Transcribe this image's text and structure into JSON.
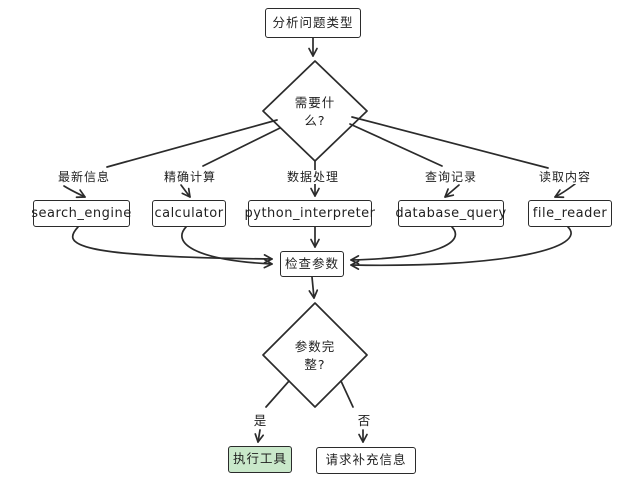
{
  "colors": {
    "stroke": "#2b2b2b",
    "text": "#1f1f1f",
    "node_fill": "#ffffff",
    "execute_fill": "#c9e8ca"
  },
  "flow": {
    "start": "分析问题类型",
    "decision_need": "需要什\n么?",
    "branches": [
      {
        "condition": "最新信息",
        "tool": "search_engine"
      },
      {
        "condition": "精确计算",
        "tool": "calculator"
      },
      {
        "condition": "数据处理",
        "tool": "python_interpreter"
      },
      {
        "condition": "查询记录",
        "tool": "database_query"
      },
      {
        "condition": "读取内容",
        "tool": "file_reader"
      }
    ],
    "check_params": "检查参数",
    "decision_complete": "参数完\n整?",
    "yes": "是",
    "no": "否",
    "execute": "执行工具",
    "request_info": "请求补充信息"
  }
}
